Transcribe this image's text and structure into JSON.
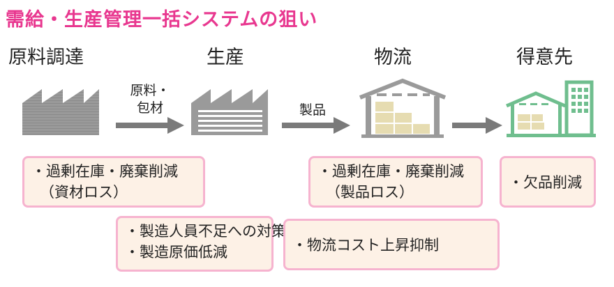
{
  "title": "需給・生産管理一括システムの狙い",
  "stages": [
    "原料調達",
    "生産",
    "物流",
    "得意先"
  ],
  "flow_labels": {
    "materials_line1": "原料・",
    "materials_line2": "包材",
    "product": "製品"
  },
  "boxes": {
    "procurement": [
      "・過剰在庫・廃棄削減",
      "（資材ロス）"
    ],
    "production": [
      "・製造人員不足への対策",
      "・製造原価低減"
    ],
    "logistics_loss": [
      "・過剰在庫・廃棄削減",
      "（製品ロス）"
    ],
    "logistics_cost": [
      "・物流コスト上昇抑制"
    ],
    "customer": [
      "・欠品削減"
    ]
  },
  "colors": {
    "title": "#e8378f",
    "box_fill": "#fdf1e6",
    "box_border": "#f6b3cf",
    "icon_gray": "#9a9a9a",
    "icon_green": "#6fbe8e",
    "cargo": "#e6dcb1"
  }
}
